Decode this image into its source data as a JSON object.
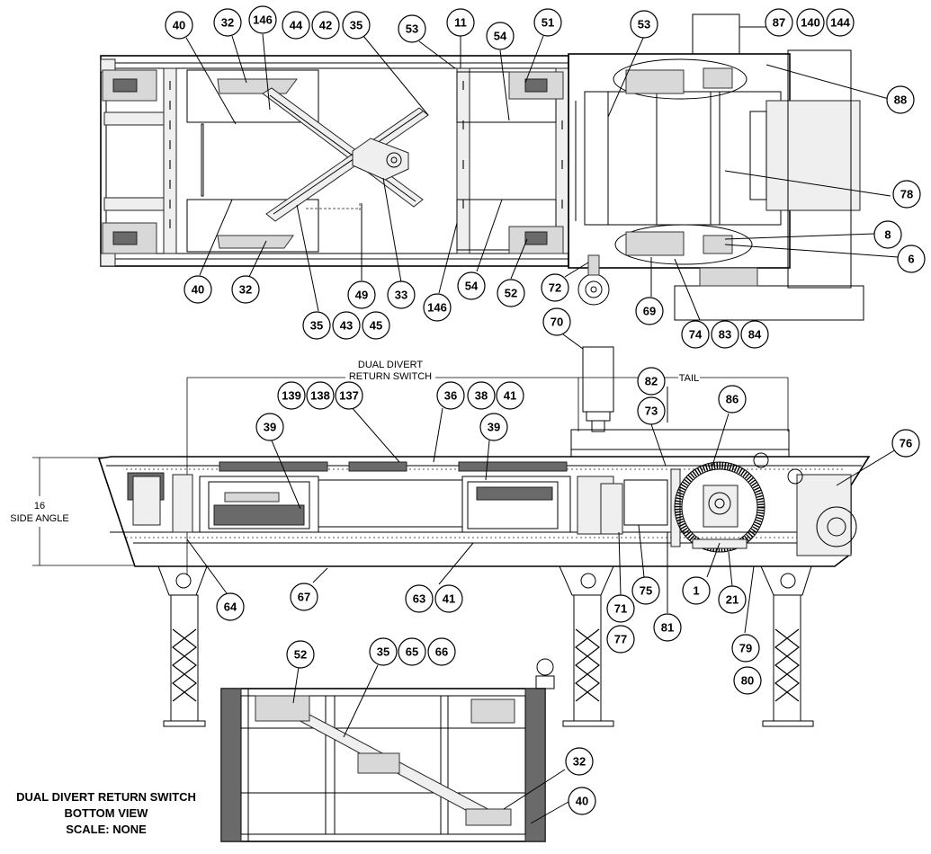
{
  "dimensions": {
    "return_switch_line1": "DUAL DIVERT",
    "return_switch_line2": "RETURN SWITCH",
    "tail": "TAIL",
    "side_angle_value": "16",
    "side_angle_label": "SIDE ANGLE"
  },
  "bottom_view_title": {
    "line1": "DUAL DIVERT RETURN SWITCH",
    "line2": "BOTTOM VIEW",
    "line3": "SCALE: NONE"
  },
  "top_view_balloons": [
    "40",
    "32",
    "146",
    "44",
    "42",
    "35",
    "53",
    "11",
    "54",
    "51",
    "53",
    "87",
    "140",
    "144",
    "88",
    "78",
    "8",
    "6",
    "40",
    "32",
    "49",
    "33",
    "146",
    "54",
    "52",
    "72",
    "69",
    "74",
    "83",
    "84",
    "35",
    "43",
    "45",
    "70"
  ],
  "side_view_balloons": [
    "82",
    "86",
    "73",
    "76",
    "139",
    "138",
    "137",
    "36",
    "38",
    "41",
    "39",
    "39",
    "64",
    "67",
    "63",
    "41",
    "71",
    "77",
    "75",
    "81",
    "1",
    "21",
    "79",
    "80"
  ],
  "bottom_view_balloons": [
    "52",
    "35",
    "65",
    "66",
    "32",
    "40"
  ]
}
